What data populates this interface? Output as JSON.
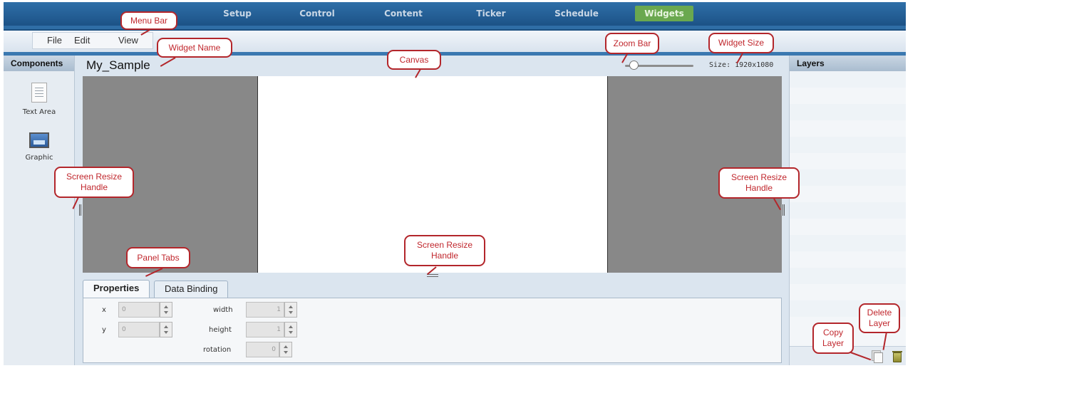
{
  "topnav": {
    "items": [
      {
        "label": "Setup"
      },
      {
        "label": "Control"
      },
      {
        "label": "Content"
      },
      {
        "label": "Ticker"
      },
      {
        "label": "Schedule"
      },
      {
        "label": "Widgets",
        "active": true
      }
    ],
    "active_color": "#6aa84f"
  },
  "menubar": {
    "items": [
      {
        "label": "File"
      },
      {
        "label": "Edit"
      },
      {
        "label": "View"
      }
    ]
  },
  "components": {
    "title": "Components",
    "items": [
      {
        "label": "Text Area",
        "icon": "text-area-icon"
      },
      {
        "label": "Graphic",
        "icon": "graphic-icon"
      }
    ]
  },
  "editor": {
    "widget_name": "My_Sample",
    "size_label": "Size: 1920x1080"
  },
  "panel": {
    "tabs": [
      {
        "label": "Properties",
        "active": true
      },
      {
        "label": "Data Binding"
      }
    ],
    "fields": {
      "x": {
        "label": "x",
        "value": "0"
      },
      "y": {
        "label": "y",
        "value": "0"
      },
      "width": {
        "label": "width",
        "value": "1"
      },
      "height": {
        "label": "height",
        "value": "1"
      },
      "rotation": {
        "label": "rotation",
        "value": "0"
      }
    }
  },
  "layers": {
    "title": "Layers"
  },
  "callouts": {
    "menu_bar": "Menu Bar",
    "widget_name": "Widget Name",
    "canvas": "Canvas",
    "zoom_bar": "Zoom Bar",
    "widget_size": "Widget Size",
    "resize_left": "Screen Resize Handle",
    "resize_right": "Screen Resize Handle",
    "resize_bottom": "Screen Resize Handle",
    "panel_tabs": "Panel Tabs",
    "copy_layer": "Copy Layer",
    "delete_layer": "Delete Layer"
  },
  "colors": {
    "callout": "#b3262b",
    "stage": "#888888",
    "nav": "#1c5286"
  }
}
